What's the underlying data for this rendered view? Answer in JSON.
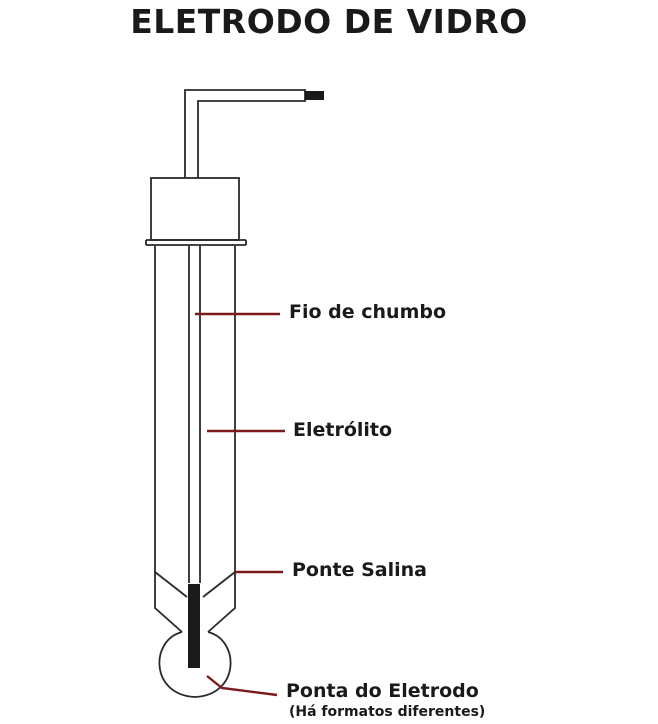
{
  "title": "ELETRODO DE VIDRO",
  "labels": {
    "lead_wire": "Fio de chumbo",
    "electrolyte": "Eletrólito",
    "salt_bridge": "Ponte Salina",
    "tip": "Ponta do Eletrodo",
    "tip_note": "(Há formatos diferentes)"
  },
  "colors": {
    "outline": "#2a2a2a",
    "leader": "#7a1a1a",
    "lead": "#1a1a1a"
  }
}
